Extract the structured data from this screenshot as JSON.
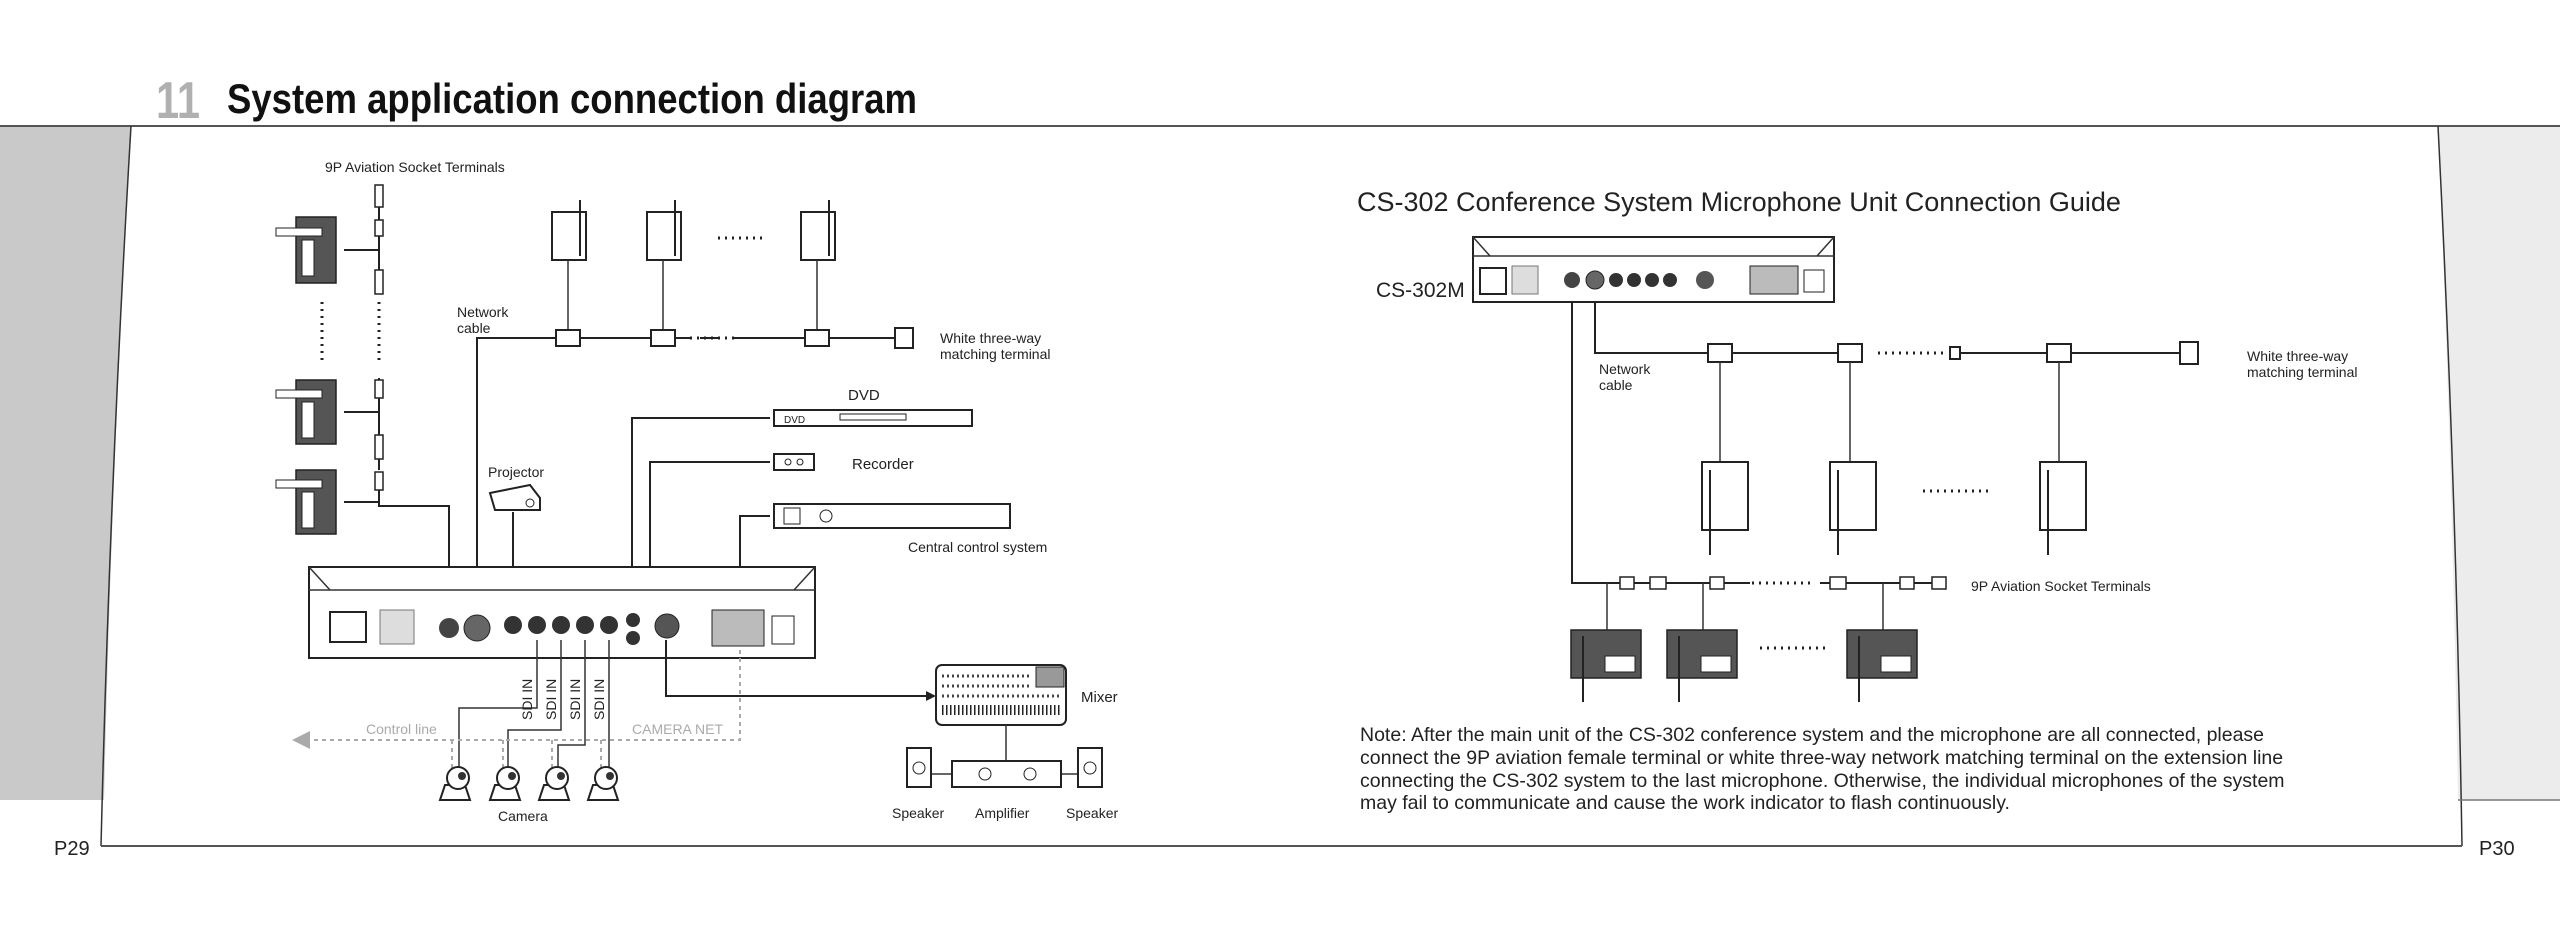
{
  "header": {
    "section_number": "11",
    "title": "System application connection diagram"
  },
  "left_page": {
    "page_number": "P29",
    "aviation_label": "9P Aviation Socket Terminals",
    "network_cable": [
      "Network",
      "cable"
    ],
    "three_way": [
      "White three-way",
      "matching terminal"
    ],
    "dvd_label": "DVD",
    "dvd_panel_text": "DVD",
    "recorder_label": "Recorder",
    "projector_label": "Projector",
    "central_control_label": "Central control system",
    "sdi_labels": [
      "SDI IN",
      "SDI IN",
      "SDI IN",
      "SDI IN"
    ],
    "control_line_label": "Control line",
    "camera_net_label": "CAMERA NET",
    "camera_label": "Camera",
    "mixer_label": "Mixer",
    "speaker_left_label": "Speaker",
    "amplifier_label": "Amplifier",
    "speaker_right_label": "Speaker"
  },
  "right_page": {
    "page_number": "P30",
    "title": "CS-302 Conference System Microphone Unit Connection Guide",
    "main_unit_label": "CS-302M",
    "network_cable": [
      "Network",
      "cable"
    ],
    "three_way": [
      "White three-way",
      "matching terminal"
    ],
    "aviation_label": "9P Aviation Socket Terminals",
    "note_lines": [
      "Note: After the main unit of the CS-302 conference system and the microphone are all connected,  please",
      "connect the 9P aviation female terminal or white three-way network matching terminal on the extension line",
      "connecting the CS-302 system to the last microphone. Otherwise, the individual microphones of the system",
      "may fail to communicate and cause the work indicator to flash continuously."
    ]
  },
  "colors": {
    "left_margin_grey": "#c9c9c9",
    "right_margin_grey": "#ececec",
    "section_number_grey": "#b0b0b0",
    "control_line_grey": "#aaaaaa"
  }
}
